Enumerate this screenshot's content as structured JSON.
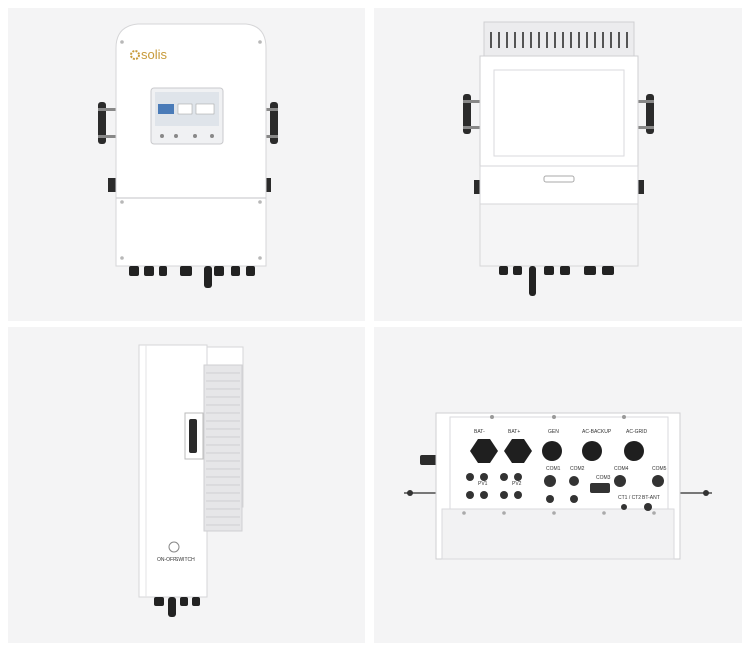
{
  "views": [
    {
      "id": "front",
      "brand": "solis"
    },
    {
      "id": "back"
    },
    {
      "id": "side",
      "side_labels": [
        "ON-OFF",
        "SWITCH"
      ]
    },
    {
      "id": "bottom",
      "port_labels": [
        "BAT-",
        "BAT+",
        "GEN",
        "AC-BACKUP",
        "AC-GRID",
        "COM1",
        "COM2",
        "COM3",
        "PV1",
        "PV2",
        "CT1 / CT2",
        "BT-ANT",
        "COM4",
        "COM5"
      ]
    }
  ],
  "colors": {
    "panel_bg": "#f4f4f5",
    "body": "#ffffff",
    "brand": "#c79a3a",
    "connector": "#222222",
    "shadow": "#dcdcde"
  }
}
